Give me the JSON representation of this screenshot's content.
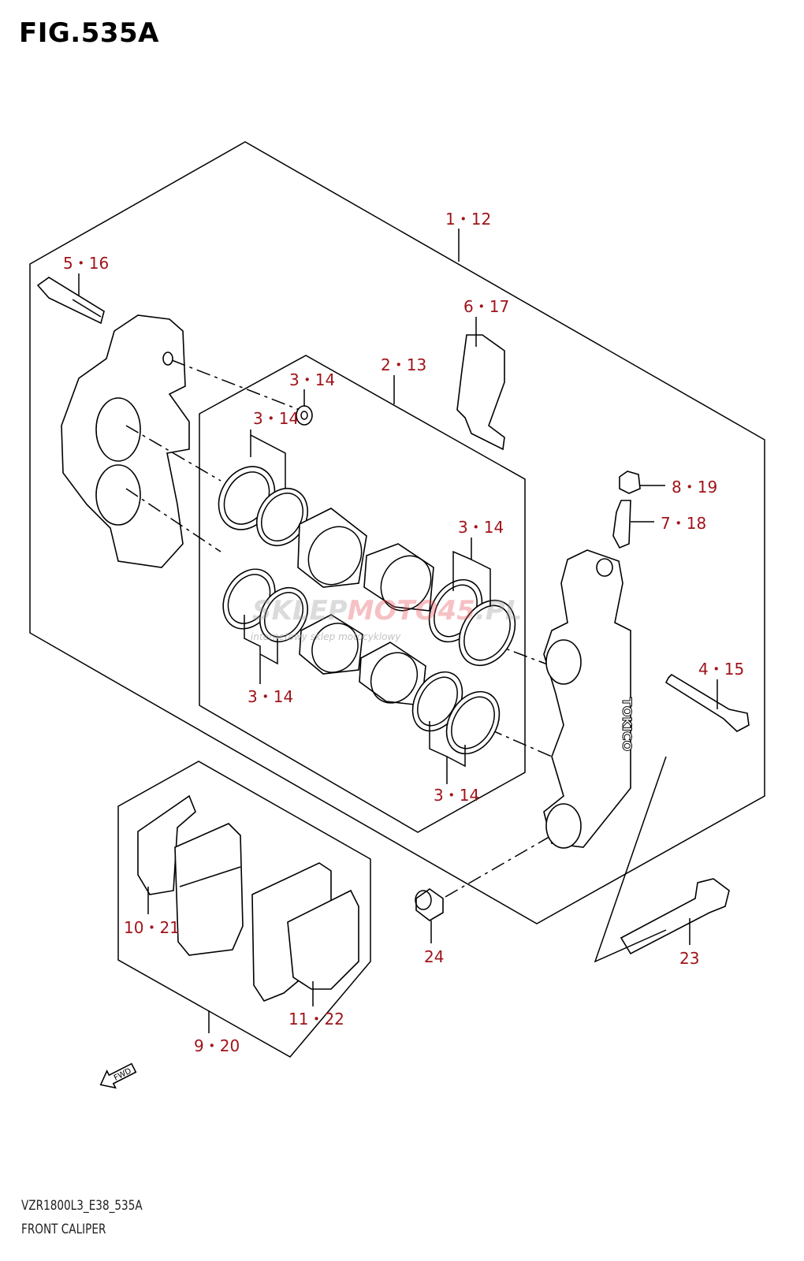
{
  "figure": {
    "title": "FIG.535A"
  },
  "callouts": [
    {
      "id": "c1",
      "text": "1・12"
    },
    {
      "id": "c2",
      "text": "5・16"
    },
    {
      "id": "c3",
      "text": "6・17"
    },
    {
      "id": "c4",
      "text": "2・13"
    },
    {
      "id": "c5",
      "text": "3・14"
    },
    {
      "id": "c6",
      "text": "3・14"
    },
    {
      "id": "c7",
      "text": "3・14"
    },
    {
      "id": "c8",
      "text": "8・19"
    },
    {
      "id": "c9",
      "text": "7・18"
    },
    {
      "id": "c10",
      "text": "4・15"
    },
    {
      "id": "c11",
      "text": "3・14"
    },
    {
      "id": "c12",
      "text": "3・14"
    },
    {
      "id": "c13",
      "text": "10・21"
    },
    {
      "id": "c14",
      "text": "24"
    },
    {
      "id": "c15",
      "text": "23"
    },
    {
      "id": "c16",
      "text": "11・22"
    },
    {
      "id": "c17",
      "text": "9・20"
    }
  ],
  "caliper_brand": "TOKICO",
  "fwd_arrow": "FWD",
  "watermark": {
    "main_a": "SKLEP",
    "main_b": "MOTO45",
    "main_c": ".PL",
    "sub": "internetowy sklep motocyklowy"
  },
  "footer": {
    "code": "VZR1800L3_E38_535A",
    "name": "FRONT CALIPER"
  },
  "colors": {
    "callout": "#a0141a",
    "line": "#000000",
    "watermark_gray": "#9a9a9a",
    "watermark_red": "#e8505a"
  }
}
